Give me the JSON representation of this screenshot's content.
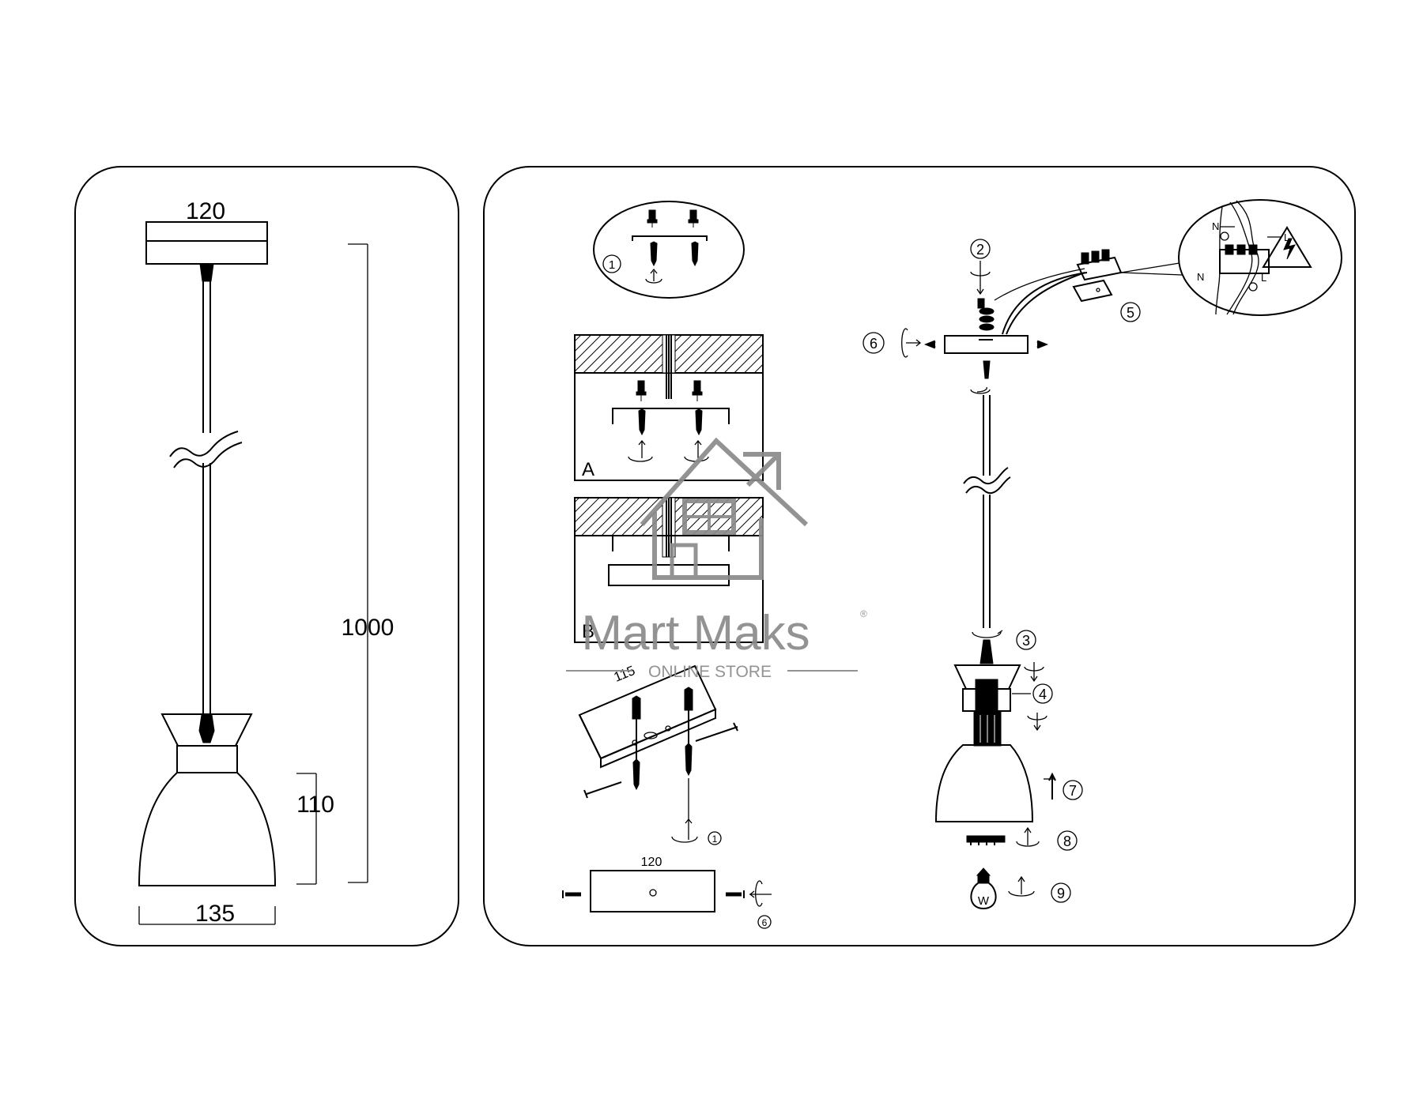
{
  "dimensions": {
    "canopy_width": "120",
    "total_height": "1000",
    "shade_height": "110",
    "shade_width": "135",
    "bracket_length": "115",
    "base_width": "120"
  },
  "panel_labels": {
    "a": "A",
    "b": "B"
  },
  "steps": {
    "s1": "1",
    "s1_small": "1",
    "s2": "2",
    "s3": "3",
    "s4": "4",
    "s5": "5",
    "s6": "6",
    "s6_small": "6",
    "s7": "7",
    "s8": "8",
    "s9": "9"
  },
  "wiring": {
    "neutral": "N",
    "live": "L",
    "neutral2": "N",
    "live2": "L"
  },
  "bulb_symbol": "W",
  "watermark": {
    "brand": "Mart Maks",
    "registered": "®",
    "tagline": "ONLINE STORE",
    "color": "#8a8a8a"
  }
}
